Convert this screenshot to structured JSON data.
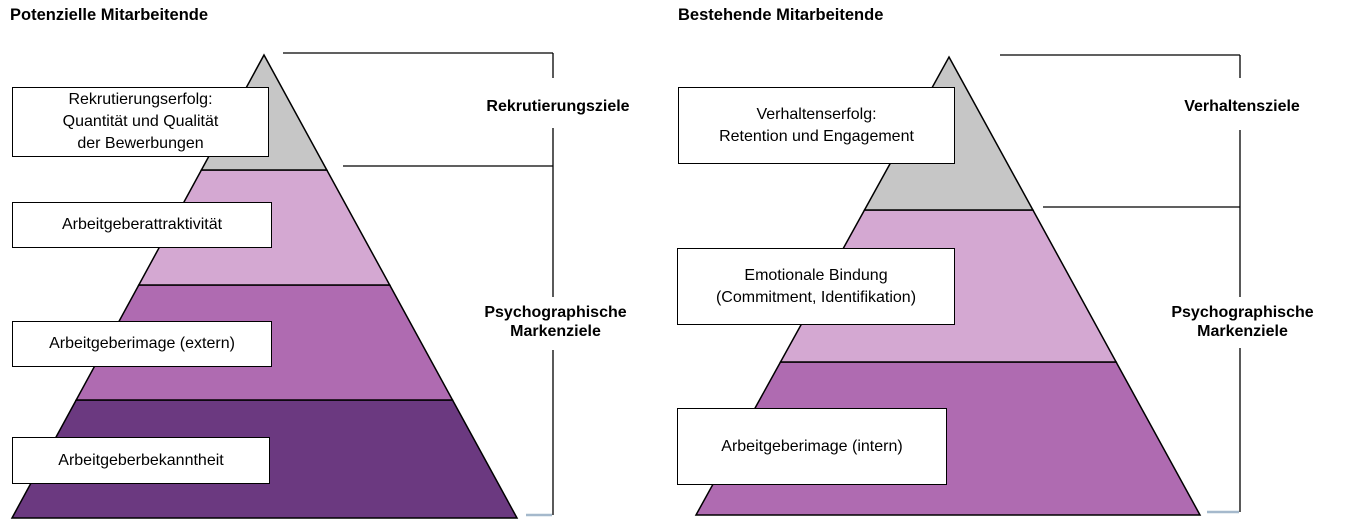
{
  "colors": {
    "top_gray": "#C6C6C6",
    "light_purple": "#D4A8D2",
    "medium_purple": "#AF6BB1",
    "dark_purple": "#6B3980",
    "base_tick_blue": "#A5B9CC",
    "outline": "#000000"
  },
  "left_chart": {
    "title": "Potenzielle Mitarbeitende",
    "goal_labels": {
      "top": "Rekrutierungsziele",
      "bottom_lines": [
        "Psychographische",
        "Markenziele"
      ]
    },
    "level_boxes": [
      {
        "lines": [
          "Rekrutierungserfolg:",
          "Quantität und Qualität",
          "der Bewerbungen"
        ]
      },
      {
        "lines": [
          "Arbeitgeberattraktivität"
        ]
      },
      {
        "lines": [
          "Arbeitgeberimage (extern)"
        ]
      },
      {
        "lines": [
          "Arbeitgeberbekanntheit"
        ]
      }
    ]
  },
  "right_chart": {
    "title": "Bestehende Mitarbeitende",
    "goal_labels": {
      "top": "Verhaltensziele",
      "bottom_lines": [
        "Psychographische",
        "Markenziele"
      ]
    },
    "level_boxes": [
      {
        "lines": [
          "Verhaltenserfolg:",
          "Retention und Engagement"
        ]
      },
      {
        "lines": [
          "Emotionale Bindung",
          "(Commitment, Identifikation)"
        ]
      },
      {
        "lines": [
          "Arbeitgeberimage (intern)"
        ]
      }
    ]
  }
}
